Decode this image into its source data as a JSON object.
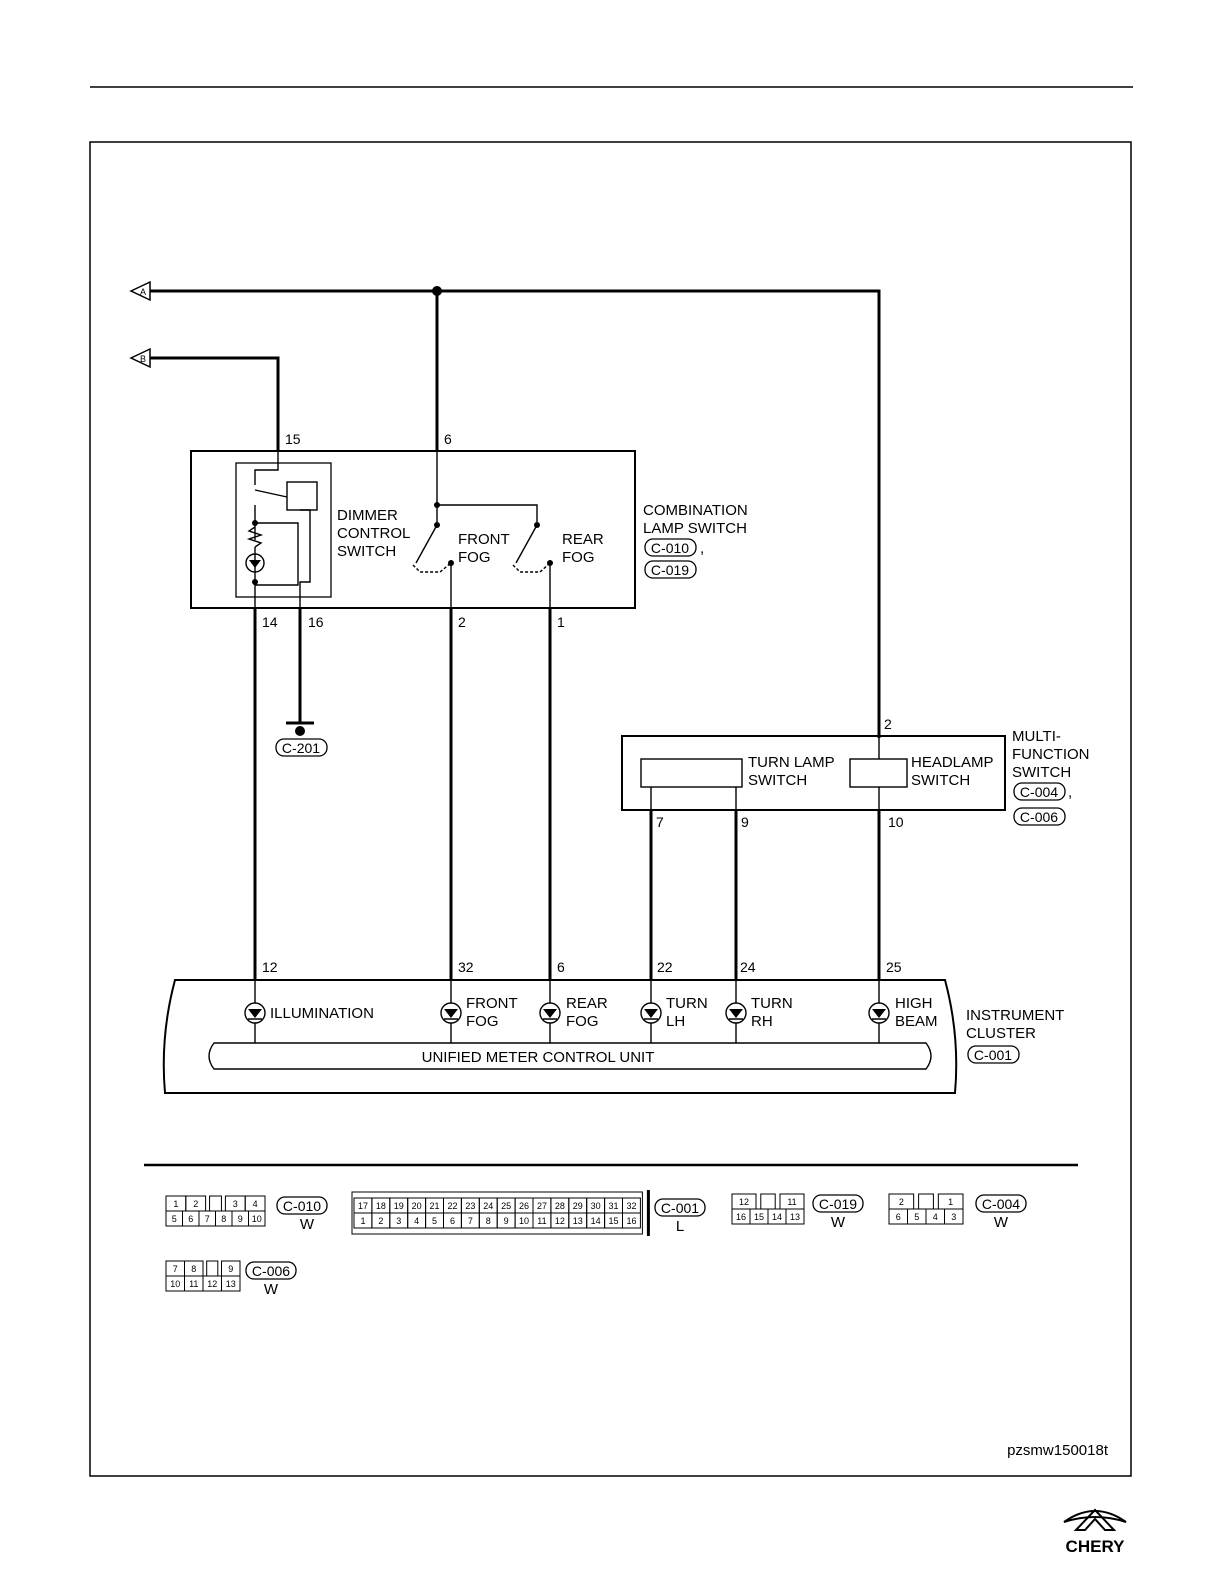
{
  "signals": {
    "a": "A",
    "b": "B"
  },
  "combination_switch": {
    "title_line1": "COMBINATION",
    "title_line2": "LAMP SWITCH",
    "conn1": "C-010",
    "conn2": "C-019",
    "dimmer_line1": "DIMMER",
    "dimmer_line2": "CONTROL",
    "dimmer_line3": "SWITCH",
    "front_line1": "FRONT",
    "front_line2": "FOG",
    "rear_line1": "REAR",
    "rear_line2": "FOG",
    "pins": {
      "p15": "15",
      "p6": "6",
      "p14": "14",
      "p16": "16",
      "p2": "2",
      "p1": "1"
    }
  },
  "ground": {
    "id": "C-201"
  },
  "multifunction_switch": {
    "title_line1": "MULTI-",
    "title_line2": "FUNCTION",
    "title_line3": "SWITCH",
    "conn1": "C-004",
    "conn2": "C-006",
    "turn_line1": "TURN LAMP",
    "turn_line2": "SWITCH",
    "head_line1": "HEADLAMP",
    "head_line2": "SWITCH",
    "pins": {
      "p2": "2",
      "p7": "7",
      "p9": "9",
      "p10": "10"
    }
  },
  "cluster": {
    "title_line1": "INSTRUMENT",
    "title_line2": "CLUSTER",
    "conn": "C-001",
    "unit": "UNIFIED METER CONTROL UNIT",
    "pins": {
      "p12": "12",
      "p32": "32",
      "p6": "6",
      "p22": "22",
      "p24": "24",
      "p25": "25"
    },
    "ind_illum": "ILLUMINATION",
    "ind_front1": "FRONT",
    "ind_front2": "FOG",
    "ind_rear1": "REAR",
    "ind_rear2": "FOG",
    "ind_turnlh1": "TURN",
    "ind_turnlh2": "LH",
    "ind_turnrh1": "TURN",
    "ind_turnrh2": "RH",
    "ind_high1": "HIGH",
    "ind_high2": "BEAM"
  },
  "connector_views": {
    "c010": {
      "id": "C-010",
      "color": "W",
      "top": [
        "1",
        "2",
        "",
        "3",
        "4"
      ],
      "bottom": [
        "5",
        "6",
        "7",
        "8",
        "9",
        "10"
      ]
    },
    "c001": {
      "id": "C-001",
      "color": "L",
      "top": [
        "17",
        "18",
        "19",
        "20",
        "21",
        "22",
        "23",
        "24",
        "25",
        "26",
        "27",
        "28",
        "29",
        "30",
        "31",
        "32"
      ],
      "bottom": [
        "1",
        "2",
        "3",
        "4",
        "5",
        "6",
        "7",
        "8",
        "9",
        "10",
        "11",
        "12",
        "13",
        "14",
        "15",
        "16"
      ]
    },
    "c019": {
      "id": "C-019",
      "color": "W",
      "top": [
        "12",
        "",
        "11"
      ],
      "bottom": [
        "16",
        "15",
        "14",
        "13"
      ]
    },
    "c004": {
      "id": "C-004",
      "color": "W",
      "top": [
        "2",
        "",
        "1"
      ],
      "bottom": [
        "6",
        "5",
        "4",
        "3"
      ]
    },
    "c006": {
      "id": "C-006",
      "color": "W",
      "top": [
        "7",
        "8",
        "",
        "9"
      ],
      "bottom": [
        "10",
        "11",
        "12",
        "13"
      ]
    }
  },
  "figure_code": "pzsmw150018t",
  "brand": {
    "logo": "CHERY",
    "color": "#cc1f2f"
  }
}
